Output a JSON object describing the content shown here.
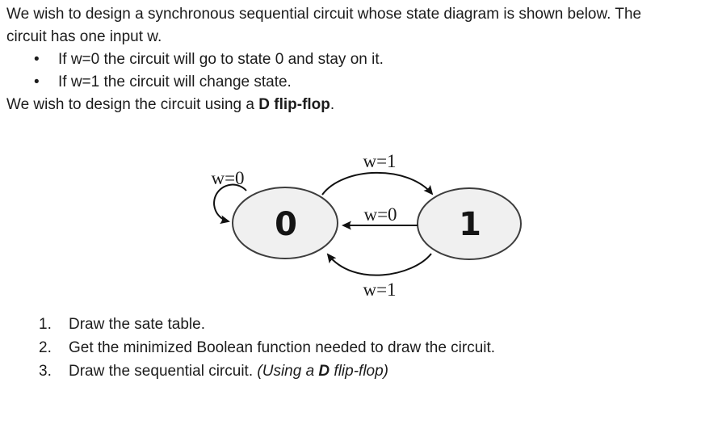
{
  "intro": {
    "paragraph_line1": "We wish to design a synchronous sequential circuit whose state diagram is shown below. The",
    "paragraph_line2": "circuit has one input w.",
    "bullets": [
      "If w=0 the circuit will go to state 0 and stay on it.",
      "If w=1 the circuit will change state."
    ],
    "design_prefix": "We wish to design the circuit using a ",
    "design_bold": "D flip-flop",
    "design_suffix": "."
  },
  "diagram": {
    "type": "state-diagram",
    "states": [
      {
        "id": "0",
        "label": "0"
      },
      {
        "id": "1",
        "label": "1"
      }
    ],
    "transitions": [
      {
        "from": "0",
        "to": "0",
        "condition": "w=0",
        "position": "self-loop-left"
      },
      {
        "from": "0",
        "to": "1",
        "condition": "w=1",
        "position": "top-arc"
      },
      {
        "from": "1",
        "to": "0",
        "condition": "w=0",
        "position": "middle-straight"
      },
      {
        "from": "1",
        "to": "0",
        "condition": "w=1",
        "position": "bottom-arc"
      }
    ],
    "labels": {
      "self_loop": "w=0",
      "top": "w=1",
      "middle": "w=0",
      "bottom": "w=1"
    },
    "colors": {
      "state_fill": "#f0f0f0",
      "state_stroke": "#3d3d3d",
      "arrow": "#111111",
      "text": "#1a1a1a"
    }
  },
  "tasks": {
    "items": [
      {
        "number": "1.",
        "text": "Draw the sate table."
      },
      {
        "number": "2.",
        "text": "Get the minimized Boolean function needed to draw the circuit."
      },
      {
        "number": "3.",
        "text": "Draw the sequential circuit. ",
        "italic_prefix": "(Using a ",
        "bold_italic": "D",
        "italic_suffix": " flip-flop)"
      }
    ]
  }
}
